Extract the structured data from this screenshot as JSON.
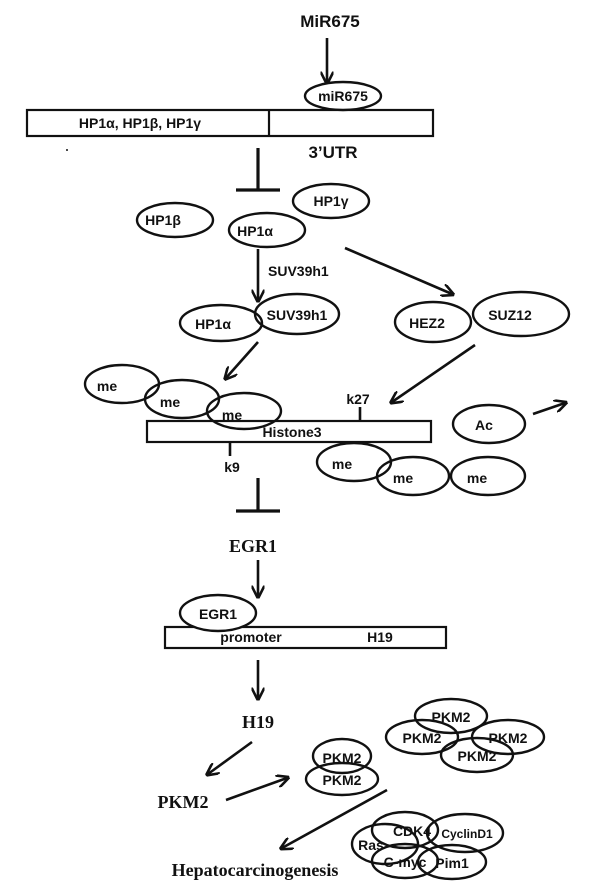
{
  "nodes": {
    "mir675_top": "MiR675",
    "mir675_ellipse": "miR675",
    "hp1_box": "HP1α, HP1β, HP1γ",
    "utr": "3’UTR",
    "hp1gamma": "HP1γ",
    "hp1beta": "HP1β",
    "hp1alpha": "HP1α",
    "suv39h1_label": "SUV39h1",
    "hp1alpha_complex": "HP1α",
    "suv39h1_complex": "SUV39h1",
    "hez2": "HEZ2",
    "suz12": "SUZ12",
    "me1": "me",
    "me2": "me",
    "me3": "me",
    "k27": "k27",
    "histone3": "Histone3",
    "ac": "Ac",
    "k9": "k9",
    "me4": "me",
    "me5": "me",
    "me6": "me",
    "egr1": "EGR1",
    "egr1_ellipse": "EGR1",
    "promoter": "promoter",
    "h19_box": "H19",
    "h19": "H19",
    "pkm2_label": "PKM2",
    "pkm2_a": "PKM2",
    "pkm2_b": "PKM2",
    "pkm2_c": "PKM2",
    "pkm2_d": "PKM2",
    "pkm2_e": "PKM2",
    "pkm2_f": "PKM2",
    "ras": "Ras",
    "cdk4": "CDK4",
    "cyclind1": "CyclinD1",
    "cmyc": "C-myc",
    "pim1": "Pim1",
    "hepatocarcinogenesis": "Hepatocarcinogenesis"
  }
}
